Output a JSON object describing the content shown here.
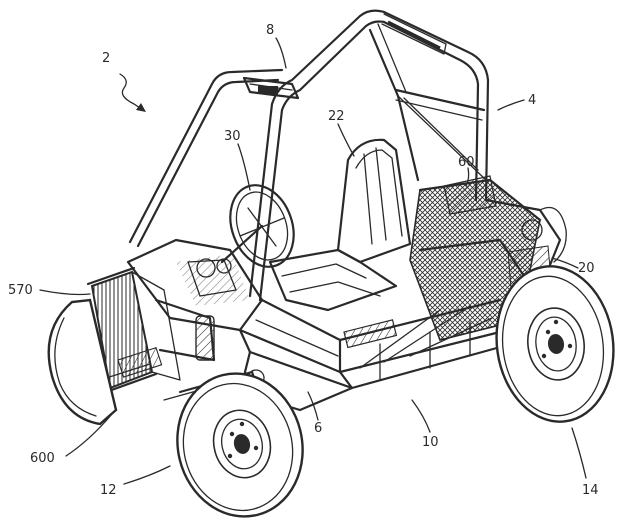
{
  "labels": {
    "vehicle": "2",
    "frame": "4",
    "roof": "8",
    "steering": "30",
    "seat": "22",
    "rear_mesh": "60",
    "rear_frame": "20",
    "radiator_top": "570",
    "radiator": "600",
    "floor": "6",
    "side_bar": "10",
    "front_wheel": "12",
    "rear_wheel": "14"
  }
}
